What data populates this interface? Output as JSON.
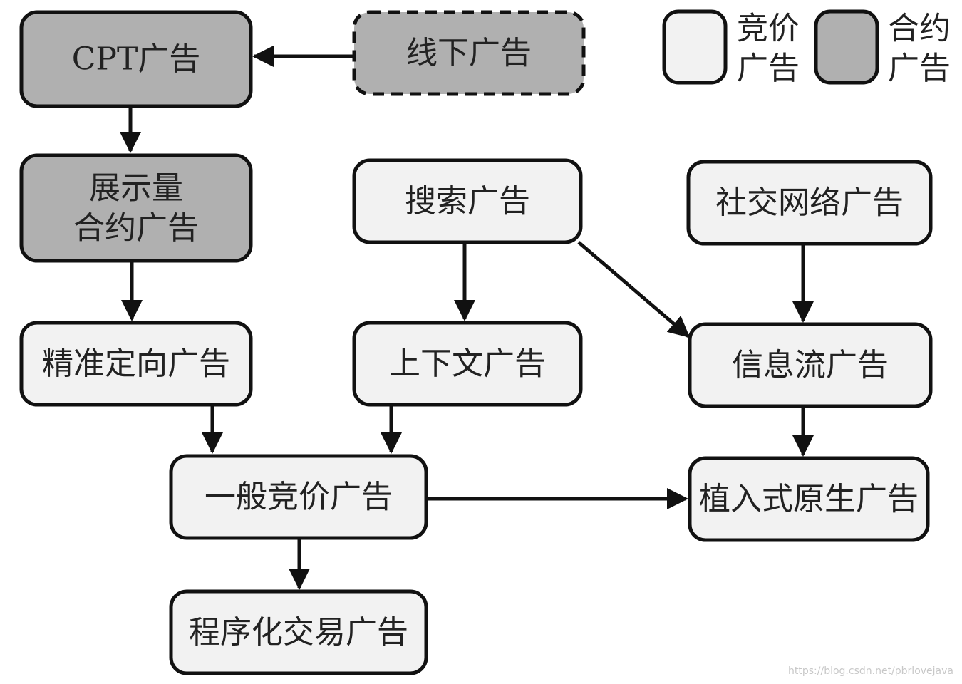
{
  "colors": {
    "bidding": "#f2f2f2",
    "contract": "#b0b0b0",
    "stroke": "#111111",
    "text": "#222222"
  },
  "legend": {
    "bidding": [
      "竞价",
      "广告"
    ],
    "contract": [
      "合约",
      "广告"
    ]
  },
  "nodes": {
    "cpt": {
      "lines": [
        "CPT广告"
      ],
      "kind": "contract"
    },
    "offline": {
      "lines": [
        "线下广告"
      ],
      "kind": "contract-dashed"
    },
    "impression": {
      "lines": [
        "展示量",
        "合约广告"
      ],
      "kind": "contract"
    },
    "search": {
      "lines": [
        "搜索广告"
      ],
      "kind": "bidding"
    },
    "social": {
      "lines": [
        "社交网络广告"
      ],
      "kind": "bidding"
    },
    "targeted": {
      "lines": [
        "精准定向广告"
      ],
      "kind": "bidding"
    },
    "context": {
      "lines": [
        "上下文广告"
      ],
      "kind": "bidding"
    },
    "feed": {
      "lines": [
        "信息流广告"
      ],
      "kind": "bidding"
    },
    "general": {
      "lines": [
        "一般竞价广告"
      ],
      "kind": "bidding"
    },
    "native": {
      "lines": [
        "植入式原生广告"
      ],
      "kind": "bidding"
    },
    "programmatic": {
      "lines": [
        "程序化交易广告"
      ],
      "kind": "bidding"
    }
  },
  "edges": [
    [
      "offline",
      "cpt"
    ],
    [
      "cpt",
      "impression"
    ],
    [
      "impression",
      "targeted"
    ],
    [
      "search",
      "context"
    ],
    [
      "search",
      "feed"
    ],
    [
      "social",
      "feed"
    ],
    [
      "targeted",
      "general"
    ],
    [
      "context",
      "general"
    ],
    [
      "feed",
      "native"
    ],
    [
      "general",
      "native"
    ],
    [
      "general",
      "programmatic"
    ]
  ],
  "watermark": "https://blog.csdn.net/pbrlovejava"
}
